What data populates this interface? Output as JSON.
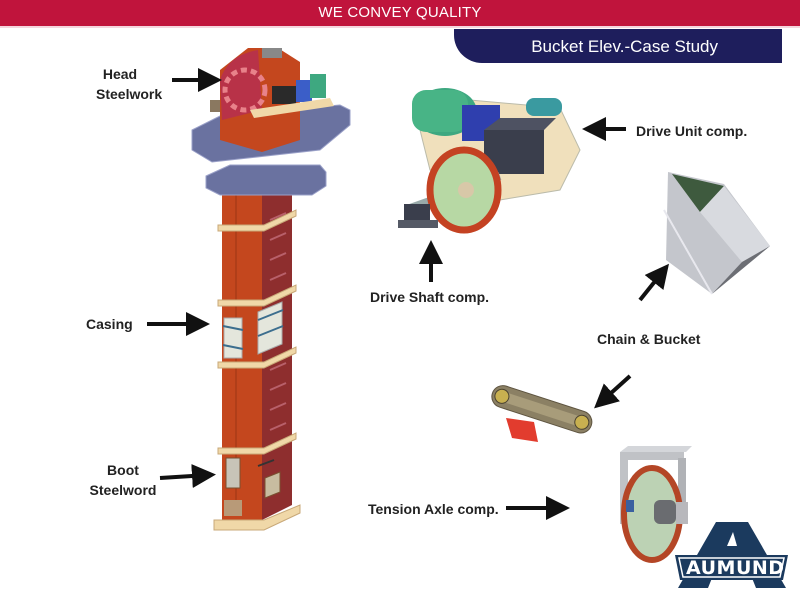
{
  "header": {
    "tagline": "WE CONVEY QUALITY",
    "case_title": "Bucket Elev.-Case Study"
  },
  "labels": {
    "head_line1": "Head",
    "head_line2": "Steelwork",
    "casing": "Casing",
    "boot_line1": "Boot",
    "boot_line2": "Steelword",
    "drive_unit": "Drive Unit comp.",
    "drive_shaft": "Drive Shaft comp.",
    "chain_bucket": "Chain & Bucket",
    "tension_axle": "Tension Axle comp."
  },
  "logo": {
    "text": "AUMUND",
    "color": "#1b3a5e"
  },
  "colors": {
    "brand_red": "#c0143c",
    "tab_navy": "#1e1e5c",
    "elevator_orange": "#c4471e"
  }
}
